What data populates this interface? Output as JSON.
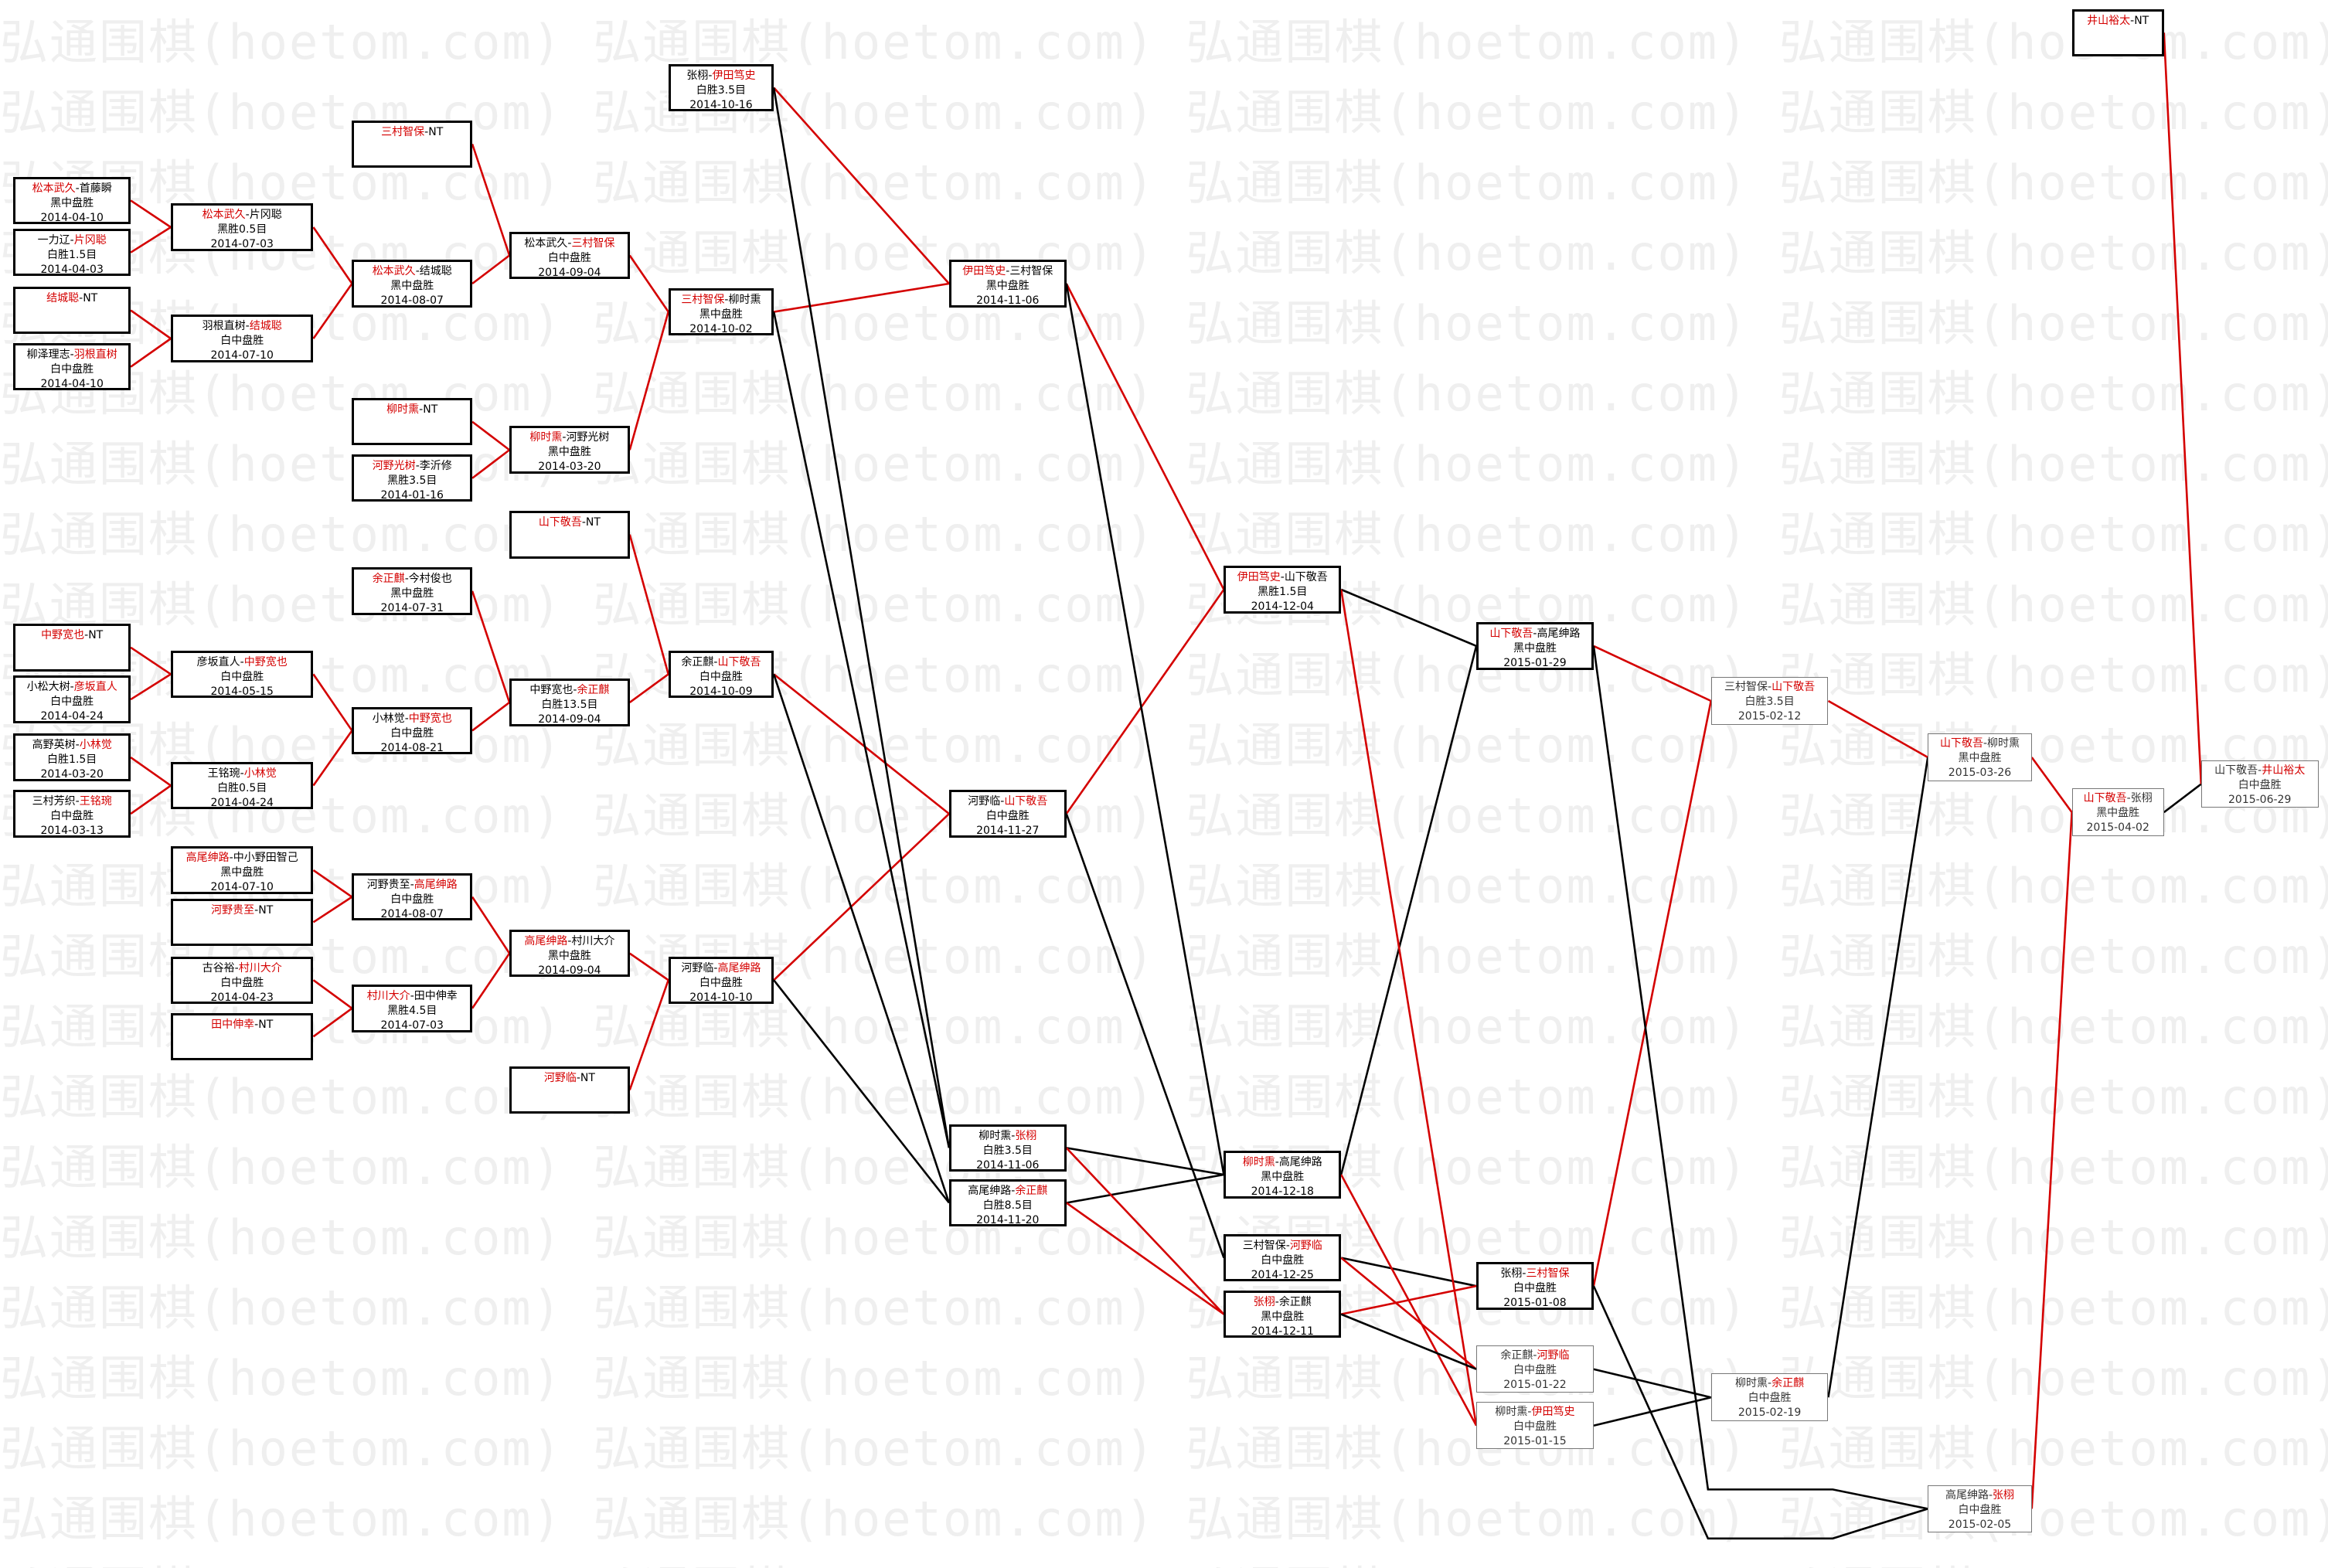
{
  "site": {
    "watermark": "弘通围棋(hoetom.com)"
  },
  "colors": {
    "winner": "#d40000",
    "line_black": "#000000",
    "line_red": "#d40000",
    "watermark": "#efefef"
  },
  "matches": [
    {
      "id": "m01",
      "p1": "松本武久",
      "p2": "首藤瞬",
      "w": 1,
      "res": "黑中盘胜",
      "date": "2014-04-10"
    },
    {
      "id": "m02",
      "p1": "一力辽",
      "p2": "片冈聪",
      "w": 2,
      "res": "白胜1.5目",
      "date": "2014-04-03"
    },
    {
      "id": "m03",
      "p1": "结城聪",
      "p2": "",
      "w": 1,
      "nt": true,
      "res": "",
      "date": ""
    },
    {
      "id": "m04",
      "p1": "柳泽理志",
      "p2": "羽根直树",
      "w": 2,
      "res": "白中盘胜",
      "date": "2014-04-10"
    },
    {
      "id": "m05",
      "p1": "中野宽也",
      "p2": "",
      "w": 1,
      "nt": true,
      "res": "",
      "date": ""
    },
    {
      "id": "m06",
      "p1": "小松大树",
      "p2": "彦坂直人",
      "w": 2,
      "res": "白中盘胜",
      "date": "2014-04-24"
    },
    {
      "id": "m07",
      "p1": "高野英树",
      "p2": "小林觉",
      "w": 2,
      "res": "白胜1.5目",
      "date": "2014-03-20"
    },
    {
      "id": "m08",
      "p1": "三村芳织",
      "p2": "王铭琬",
      "w": 2,
      "res": "白中盘胜",
      "date": "2014-03-13"
    },
    {
      "id": "m09",
      "p1": "松本武久",
      "p2": "片冈聪",
      "w": 1,
      "res": "黑胜0.5目",
      "date": "2014-07-03"
    },
    {
      "id": "m10",
      "p1": "羽根直树",
      "p2": "结城聪",
      "w": 2,
      "res": "白中盘胜",
      "date": "2014-07-10"
    },
    {
      "id": "m11",
      "p1": "彦坂直人",
      "p2": "中野宽也",
      "w": 2,
      "res": "白中盘胜",
      "date": "2014-05-15"
    },
    {
      "id": "m12",
      "p1": "王铭琬",
      "p2": "小林觉",
      "w": 2,
      "res": "白胜0.5目",
      "date": "2014-04-24"
    },
    {
      "id": "m13",
      "p1": "高尾绅路",
      "p2": "中小野田智己",
      "w": 1,
      "res": "黑中盘胜",
      "date": "2014-07-10"
    },
    {
      "id": "m14",
      "p1": "河野贵至",
      "p2": "",
      "w": 1,
      "nt": true,
      "res": "",
      "date": ""
    },
    {
      "id": "m15",
      "p1": "古谷裕",
      "p2": "村川大介",
      "w": 2,
      "res": "白中盘胜",
      "date": "2014-04-23"
    },
    {
      "id": "m16",
      "p1": "田中伸幸",
      "p2": "",
      "w": 1,
      "nt": true,
      "res": "",
      "date": ""
    },
    {
      "id": "m17",
      "p1": "三村智保",
      "p2": "",
      "w": 1,
      "nt": true,
      "res": "",
      "date": ""
    },
    {
      "id": "m18",
      "p1": "松本武久",
      "p2": "结城聪",
      "w": 1,
      "res": "黑中盘胜",
      "date": "2014-08-07"
    },
    {
      "id": "m19",
      "p1": "柳时熏",
      "p2": "",
      "w": 1,
      "nt": true,
      "res": "",
      "date": ""
    },
    {
      "id": "m20",
      "p1": "河野光树",
      "p2": "李沂修",
      "w": 1,
      "res": "黑胜3.5目",
      "date": "2014-01-16"
    },
    {
      "id": "m21",
      "p1": "余正麒",
      "p2": "今村俊也",
      "w": 1,
      "res": "黑中盘胜",
      "date": "2014-07-31"
    },
    {
      "id": "m22",
      "p1": "小林觉",
      "p2": "中野宽也",
      "w": 2,
      "res": "白中盘胜",
      "date": "2014-08-21"
    },
    {
      "id": "m23",
      "p1": "河野贵至",
      "p2": "高尾绅路",
      "w": 2,
      "res": "白中盘胜",
      "date": "2014-08-07"
    },
    {
      "id": "m24",
      "p1": "村川大介",
      "p2": "田中伸幸",
      "w": 1,
      "res": "黑胜4.5目",
      "date": "2014-07-03"
    },
    {
      "id": "m25",
      "p1": "松本武久",
      "p2": "三村智保",
      "w": 2,
      "res": "白中盘胜",
      "date": "2014-09-04"
    },
    {
      "id": "m26",
      "p1": "柳时熏",
      "p2": "河野光树",
      "w": 1,
      "res": "黑中盘胜",
      "date": "2014-03-20"
    },
    {
      "id": "m27",
      "p1": "山下敬吾",
      "p2": "",
      "w": 1,
      "nt": true,
      "res": "",
      "date": ""
    },
    {
      "id": "m28",
      "p1": "中野宽也",
      "p2": "余正麒",
      "w": 2,
      "res": "白胜13.5目",
      "date": "2014-09-04"
    },
    {
      "id": "m29",
      "p1": "高尾绅路",
      "p2": "村川大介",
      "w": 1,
      "res": "黑中盘胜",
      "date": "2014-09-04"
    },
    {
      "id": "m30",
      "p1": "河野临",
      "p2": "",
      "w": 1,
      "nt": true,
      "res": "",
      "date": ""
    },
    {
      "id": "m31",
      "p1": "张栩",
      "p2": "伊田笃史",
      "w": 2,
      "res": "白胜3.5目",
      "date": "2014-10-16"
    },
    {
      "id": "m32",
      "p1": "三村智保",
      "p2": "柳时熏",
      "w": 1,
      "res": "黑中盘胜",
      "date": "2014-10-02"
    },
    {
      "id": "m33",
      "p1": "余正麒",
      "p2": "山下敬吾",
      "w": 2,
      "res": "白中盘胜",
      "date": "2014-10-09"
    },
    {
      "id": "m34",
      "p1": "河野临",
      "p2": "高尾绅路",
      "w": 2,
      "res": "白中盘胜",
      "date": "2014-10-10"
    },
    {
      "id": "m35",
      "p1": "伊田笃史",
      "p2": "三村智保",
      "w": 1,
      "res": "黑中盘胜",
      "date": "2014-11-06"
    },
    {
      "id": "m36",
      "p1": "河野临",
      "p2": "山下敬吾",
      "w": 2,
      "res": "白中盘胜",
      "date": "2014-11-27"
    },
    {
      "id": "m37",
      "p1": "柳时熏",
      "p2": "张栩",
      "w": 2,
      "res": "白胜3.5目",
      "date": "2014-11-06"
    },
    {
      "id": "m38",
      "p1": "高尾绅路",
      "p2": "余正麒",
      "w": 2,
      "res": "白胜8.5目",
      "date": "2014-11-20"
    },
    {
      "id": "m39",
      "p1": "伊田笃史",
      "p2": "山下敬吾",
      "w": 1,
      "res": "黑胜1.5目",
      "date": "2014-12-04"
    },
    {
      "id": "m40",
      "p1": "柳时熏",
      "p2": "高尾绅路",
      "w": 1,
      "res": "黑中盘胜",
      "date": "2014-12-18"
    },
    {
      "id": "m41",
      "p1": "三村智保",
      "p2": "河野临",
      "w": 2,
      "res": "白中盘胜",
      "date": "2014-12-25"
    },
    {
      "id": "m42",
      "p1": "张栩",
      "p2": "余正麒",
      "w": 1,
      "res": "黑中盘胜",
      "date": "2014-12-11"
    },
    {
      "id": "m43",
      "p1": "山下敬吾",
      "p2": "高尾绅路",
      "w": 1,
      "res": "黑中盘胜",
      "date": "2015-01-29"
    },
    {
      "id": "m44",
      "p1": "张栩",
      "p2": "三村智保",
      "w": 2,
      "res": "白中盘胜",
      "date": "2015-01-08"
    },
    {
      "id": "m45",
      "p1": "余正麒",
      "p2": "河野临",
      "w": 2,
      "res": "白中盘胜",
      "date": "2015-01-22",
      "thin": true
    },
    {
      "id": "m46",
      "p1": "柳时熏",
      "p2": "伊田笃史",
      "w": 2,
      "res": "白中盘胜",
      "date": "2015-01-15",
      "thin": true
    },
    {
      "id": "m47",
      "p1": "三村智保",
      "p2": "山下敬吾",
      "w": 2,
      "res": "白胜3.5目",
      "date": "2015-02-12",
      "thin": true
    },
    {
      "id": "m48",
      "p1": "柳时熏",
      "p2": "余正麒",
      "w": 2,
      "res": "白中盘胜",
      "date": "2015-02-19",
      "thin": true
    },
    {
      "id": "m49",
      "p1": "高尾绅路",
      "p2": "张栩",
      "w": 2,
      "res": "白中盘胜",
      "date": "2015-02-05",
      "thin": true
    },
    {
      "id": "m50",
      "p1": "山下敬吾",
      "p2": "柳时熏",
      "w": 1,
      "res": "黑中盘胜",
      "date": "2015-03-26",
      "thin": true
    },
    {
      "id": "m51",
      "p1": "山下敬吾",
      "p2": "张栩",
      "w": 1,
      "res": "黑中盘胜",
      "date": "2015-04-02",
      "thin": true
    },
    {
      "id": "m52",
      "p1": "井山裕太",
      "p2": "",
      "w": 1,
      "nt": true,
      "res": "",
      "date": ""
    },
    {
      "id": "m53",
      "p1": "山下敬吾",
      "p2": "井山裕太",
      "w": 2,
      "res": "白中盘胜",
      "date": "2015-06-29",
      "thin": true
    }
  ],
  "links": [
    [
      "m01",
      "m09",
      1
    ],
    [
      "m02",
      "m09",
      1
    ],
    [
      "m03",
      "m10",
      1
    ],
    [
      "m04",
      "m10",
      1
    ],
    [
      "m05",
      "m11",
      1
    ],
    [
      "m06",
      "m11",
      1
    ],
    [
      "m07",
      "m12",
      1
    ],
    [
      "m08",
      "m12",
      1
    ],
    [
      "m09",
      "m18",
      1
    ],
    [
      "m10",
      "m18",
      1
    ],
    [
      "m11",
      "m22",
      1
    ],
    [
      "m12",
      "m22",
      1
    ],
    [
      "m13",
      "m23",
      1
    ],
    [
      "m14",
      "m23",
      1
    ],
    [
      "m15",
      "m24",
      1
    ],
    [
      "m16",
      "m24",
      1
    ],
    [
      "m17",
      "m25",
      1
    ],
    [
      "m18",
      "m25",
      1
    ],
    [
      "m19",
      "m26",
      1
    ],
    [
      "m20",
      "m26",
      1
    ],
    [
      "m21",
      "m28",
      1
    ],
    [
      "m22",
      "m28",
      1
    ],
    [
      "m23",
      "m29",
      1
    ],
    [
      "m24",
      "m29",
      1
    ],
    [
      "m25",
      "m32",
      1
    ],
    [
      "m26",
      "m32",
      1
    ],
    [
      "m27",
      "m33",
      1
    ],
    [
      "m28",
      "m33",
      1
    ],
    [
      "m29",
      "m34",
      1
    ],
    [
      "m30",
      "m34",
      1
    ],
    [
      "m31",
      "m35",
      1
    ],
    [
      "m32",
      "m35",
      1
    ],
    [
      "m33",
      "m36",
      1
    ],
    [
      "m34",
      "m36",
      1
    ],
    [
      "m31",
      "m37",
      0
    ],
    [
      "m32",
      "m37",
      0
    ],
    [
      "m33",
      "m38",
      0
    ],
    [
      "m34",
      "m38",
      0
    ],
    [
      "m35",
      "m39",
      1
    ],
    [
      "m36",
      "m39",
      1
    ],
    [
      "m35",
      "m40",
      0
    ],
    [
      "m36",
      "m41",
      0
    ],
    [
      "m37",
      "m40",
      0
    ],
    [
      "m38",
      "m40",
      0
    ],
    [
      "m37",
      "m42",
      1
    ],
    [
      "m38",
      "m42",
      1
    ],
    [
      "m39",
      "m43",
      0
    ],
    [
      "m40",
      "m43",
      0
    ],
    [
      "m41",
      "m44",
      0
    ],
    [
      "m42",
      "m44",
      1
    ],
    [
      "m39",
      "m46",
      1
    ],
    [
      "m40",
      "m46",
      1
    ],
    [
      "m41",
      "m45",
      1
    ],
    [
      "m42",
      "m45",
      0
    ],
    [
      "m44",
      "m47",
      1
    ],
    [
      "m43",
      "m47",
      1
    ],
    [
      "m45",
      "m48",
      0
    ],
    [
      "m46",
      "m48",
      0
    ],
    [
      "m43",
      "m49",
      0
    ],
    [
      "m44",
      "m49",
      0
    ],
    [
      "m47",
      "m50",
      1
    ],
    [
      "m48",
      "m50",
      0
    ],
    [
      "m50",
      "m51",
      1
    ],
    [
      "m49",
      "m51",
      1
    ],
    [
      "m51",
      "m53",
      0
    ],
    [
      "m52",
      "m53",
      1
    ]
  ]
}
